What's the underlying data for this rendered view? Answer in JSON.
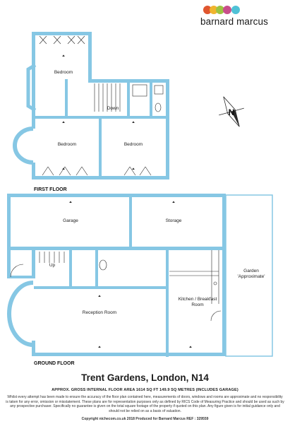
{
  "brand": {
    "name": "barnard marcus",
    "dot_colors": [
      "#e0562f",
      "#f0b42d",
      "#9cc442",
      "#c84e8b",
      "#4fc1d6"
    ]
  },
  "colors": {
    "wall": "#86c7e4",
    "fixture": "#2a2a2a"
  },
  "first_floor": {
    "label": "FIRST FLOOR",
    "rooms": {
      "bedroom_1": "Bedroom",
      "bedroom_2": "Bedroom",
      "bedroom_3": "Bedroom",
      "landing": "Down"
    }
  },
  "ground_floor": {
    "label": "GROUND FLOOR",
    "rooms": {
      "garage": "Garage",
      "storage": "Storage",
      "hall": "Up",
      "reception": "Reception Room",
      "kitchen": "Kitchen / Breakfast Room",
      "garden": "Garden 'Approximate'"
    }
  },
  "compass": {
    "label": "N"
  },
  "footer": {
    "title": "Trent Gardens, London, N14",
    "area": "APPROX. GROSS INTERNAL FLOOR AREA 1614 SQ FT 149.9 SQ METRES (INCLUDES GARAGE)",
    "disclaimer": "Whilst every attempt has been made to ensure the accuracy of the floor plan contained here, measurements of doors, windows and rooms are approximate and no responsibility is taken for any error, omission or misstatement. These plans are for representation purposes only as defined by RICS Code of Measuring Practice and should be used as such by any prospective purchaser. Specifically no guarantee is given on the total square footage of the property if quoted on this plan. Any figure given is for initial guidance only and should not be relied on as a basis of valuation.",
    "copyright": "Copyright nichecom.co.uk 2018     Produced for Barnard Marcus   REF : 329559"
  }
}
